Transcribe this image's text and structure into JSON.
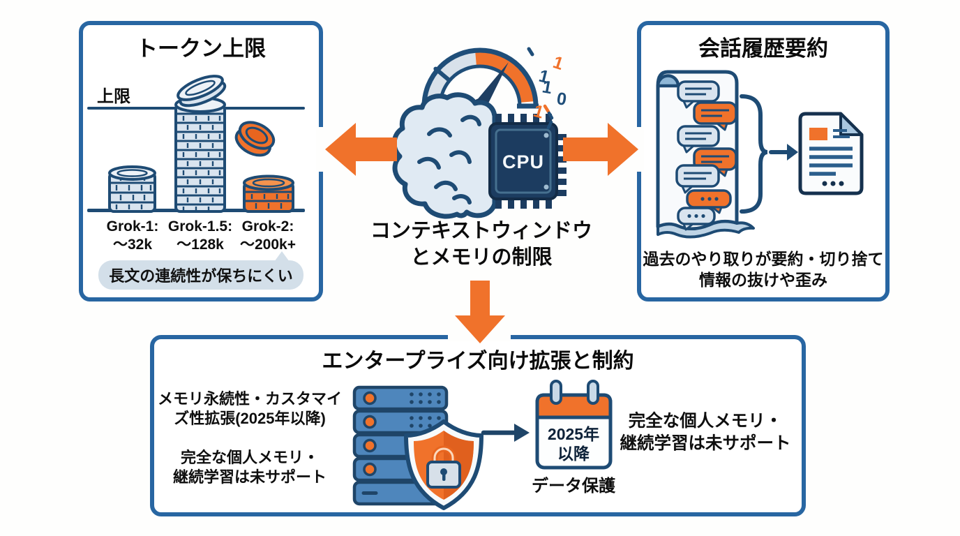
{
  "palette": {
    "border_blue": "#2866A2",
    "icon_navy": "#1F4E79",
    "accent_orange": "#F0722B",
    "light_blue": "#D9E4EF",
    "server_blue": "#4E86BC",
    "bubble_bg": "#D3DFE9",
    "text_black": "#0B0B0B"
  },
  "icons": {
    "center": "brain-cpu-gauge-icon",
    "token_box": "coin-stacks-icon",
    "summary_box": "chat-scroll-document-icon",
    "enterprise_box": "server-shield-calendar-icon"
  },
  "center": {
    "title_line1": "コンテキストウィンドウ",
    "title_line2": "とメモリの制限",
    "cpu_label": "CPU",
    "binary_digits": [
      "1",
      "1",
      "1",
      "0",
      "1"
    ]
  },
  "token_box": {
    "title": "トークン上限",
    "limit_label": "上限",
    "models": [
      {
        "name": "Grok-1:",
        "limit": "〜32k"
      },
      {
        "name": "Grok-1.5:",
        "limit": "〜128k"
      },
      {
        "name": "Grok-2:",
        "limit": "〜200k+"
      }
    ],
    "note": "長文の連続性が保ちにくい"
  },
  "summary_box": {
    "title": "会話履歴要約",
    "caption_line1": "過去のやり取りが要約・切り捨て",
    "caption_line2": "情報の抜けや歪み"
  },
  "enterprise_box": {
    "title": "エンタープライズ向け拡張と制約",
    "left_note1_line1": "メモリ永続性・カスタマイ",
    "left_note1_line2": "ズ性拡張(2025年以降)",
    "left_note2_line1": "完全な個人メモリ・",
    "left_note2_line2": "継続学習は未サポート",
    "calendar_line1": "2025年",
    "calendar_line2": "以降",
    "calendar_caption": "データ保護",
    "right_note_line1": "完全な個人メモリ・",
    "right_note_line2": "継続学習は未サポート"
  }
}
